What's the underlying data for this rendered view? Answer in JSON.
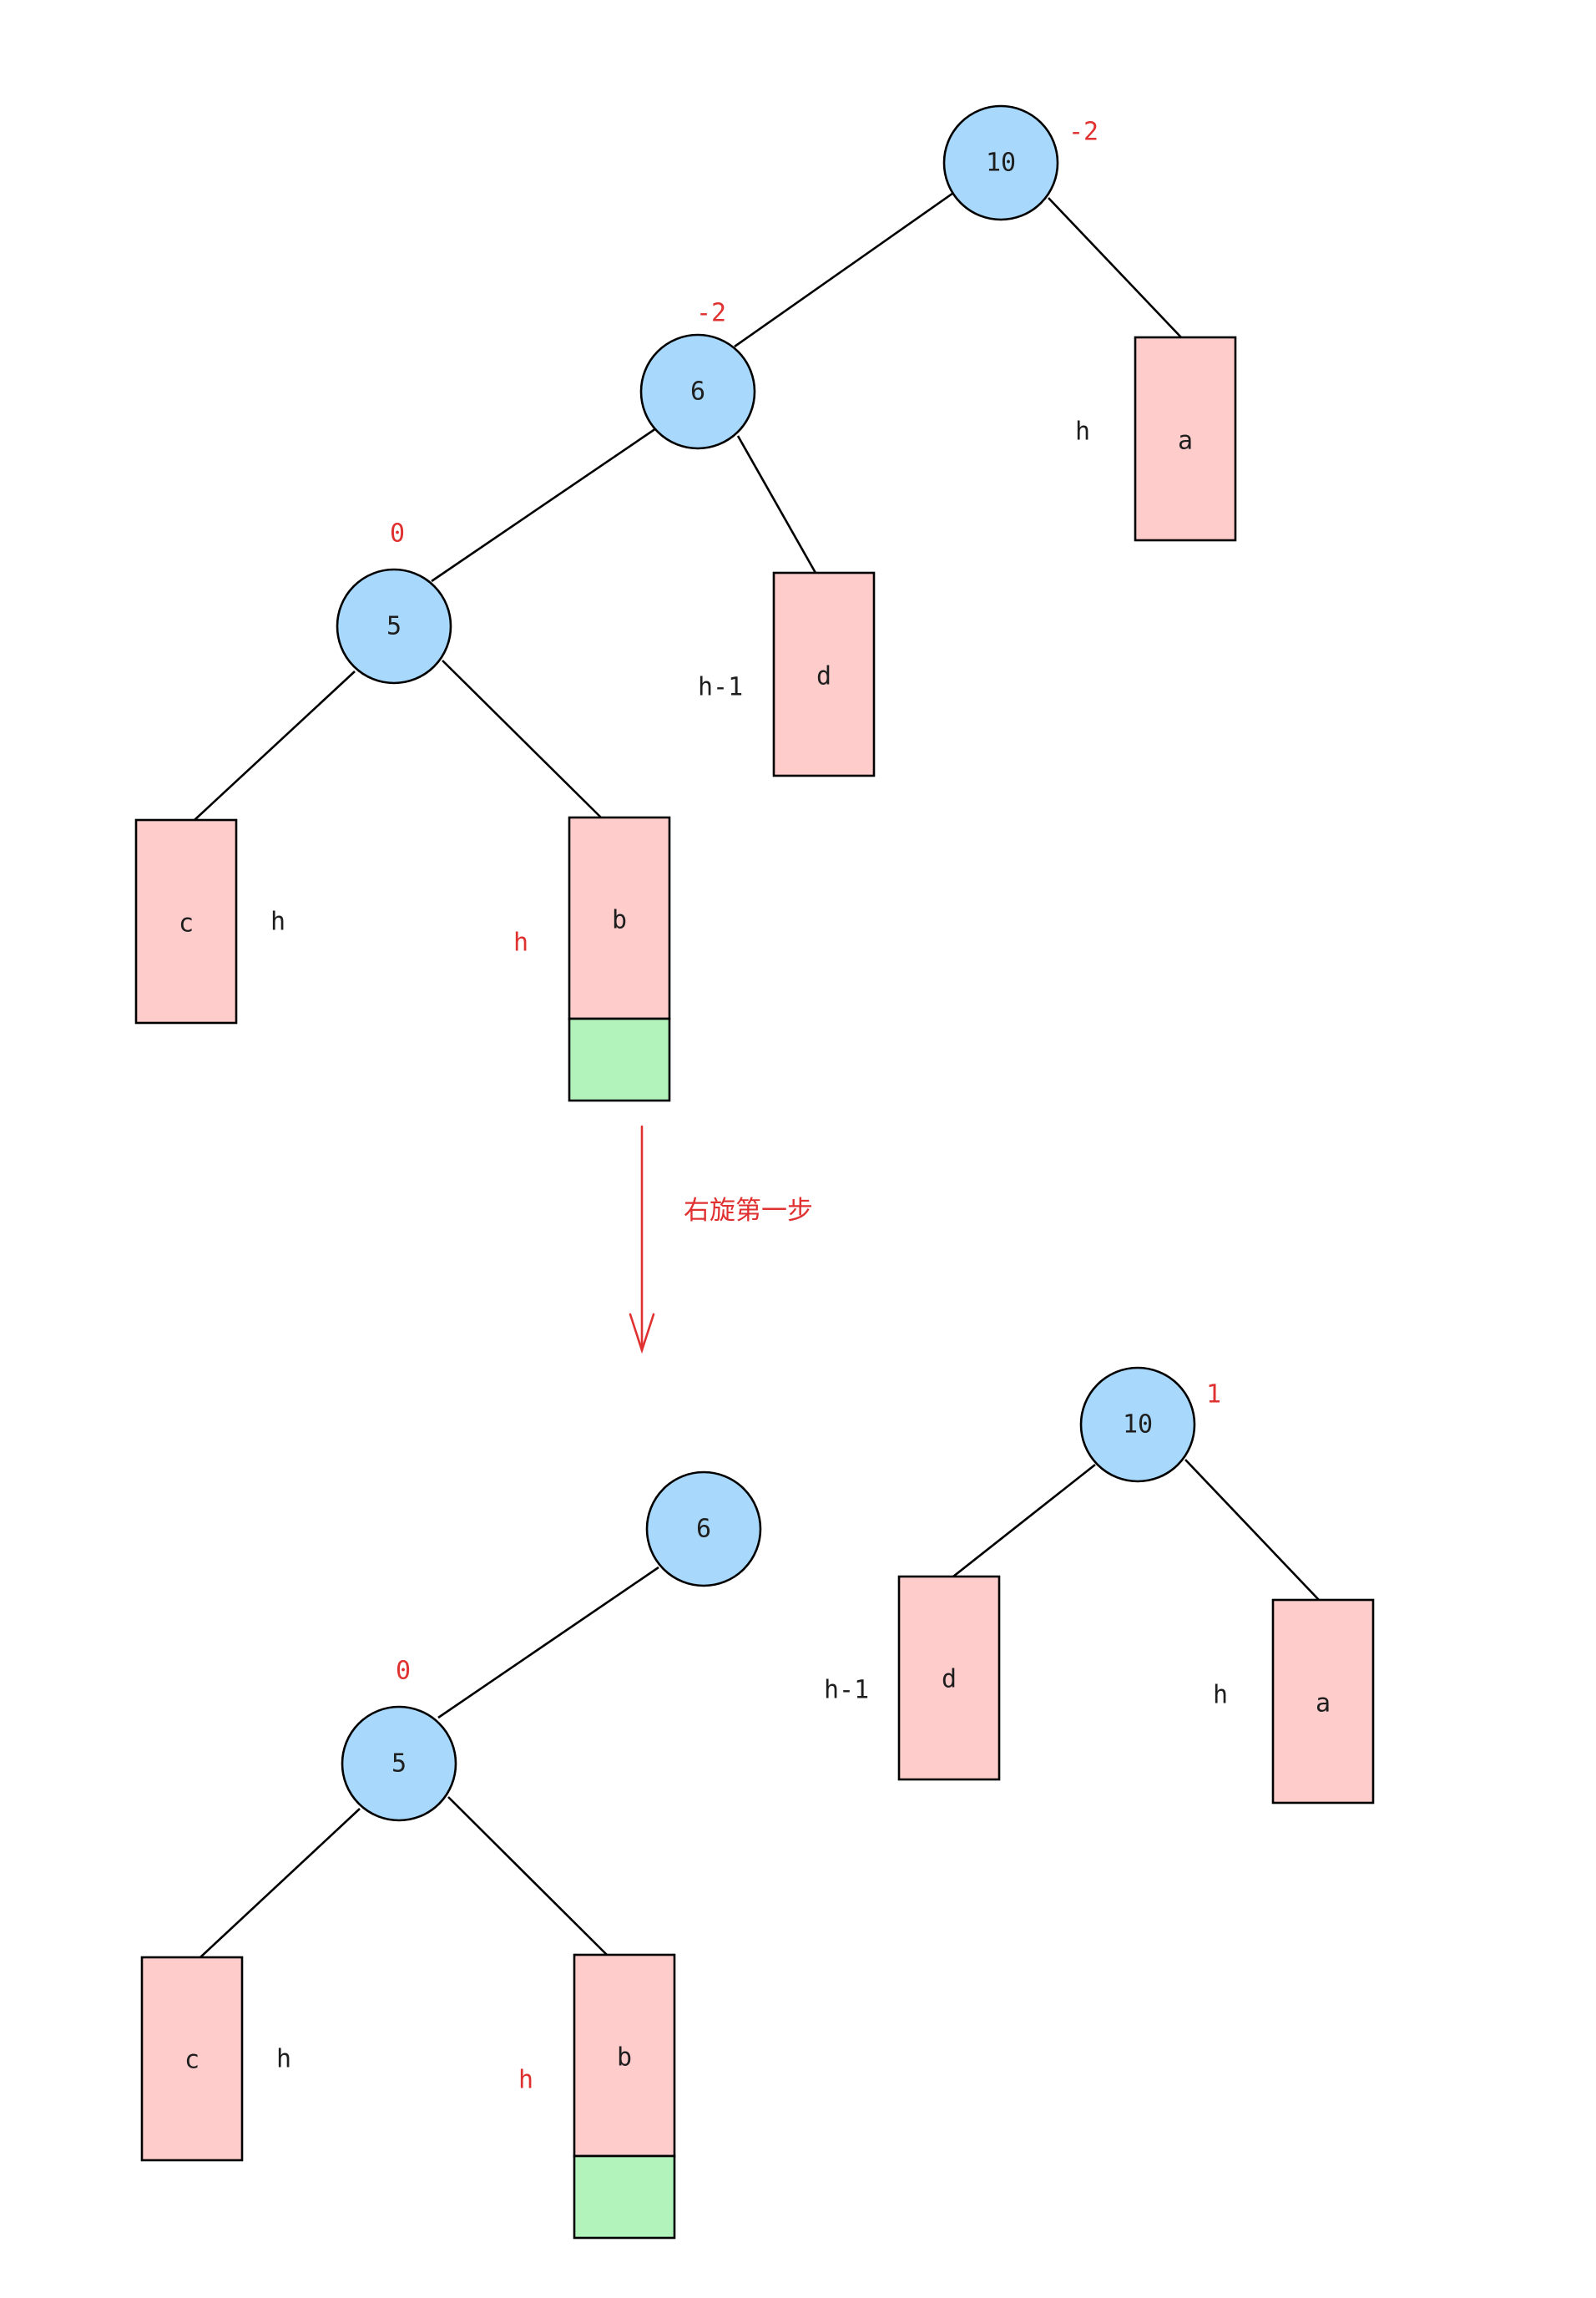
{
  "colors": {
    "node_fill": "#a8d8fb",
    "subtree_fill": "#ffcccc",
    "added_fill": "#b2f2bb",
    "annotation_red": "#e03131",
    "stroke": "#000000"
  },
  "before": {
    "nodes": {
      "n10": {
        "label": "10",
        "balance": "-2"
      },
      "n6": {
        "label": "6",
        "balance": "-2"
      },
      "n5": {
        "label": "5",
        "balance": "0"
      }
    },
    "subtrees": {
      "a": {
        "label": "a",
        "height": "h"
      },
      "d": {
        "label": "d",
        "height": "h-1"
      },
      "c": {
        "label": "c",
        "height": "h"
      },
      "b": {
        "label": "b",
        "height": "h"
      }
    }
  },
  "step": {
    "label": "右旋第一步"
  },
  "after": {
    "nodes": {
      "n6": {
        "label": "6"
      },
      "n5": {
        "label": "5",
        "balance": "0"
      },
      "n10": {
        "label": "10",
        "balance": "1"
      }
    },
    "subtrees": {
      "c": {
        "label": "c",
        "height": "h"
      },
      "b": {
        "label": "b",
        "height": "h"
      },
      "d": {
        "label": "d",
        "height": "h-1"
      },
      "a": {
        "label": "a",
        "height": "h"
      }
    }
  }
}
